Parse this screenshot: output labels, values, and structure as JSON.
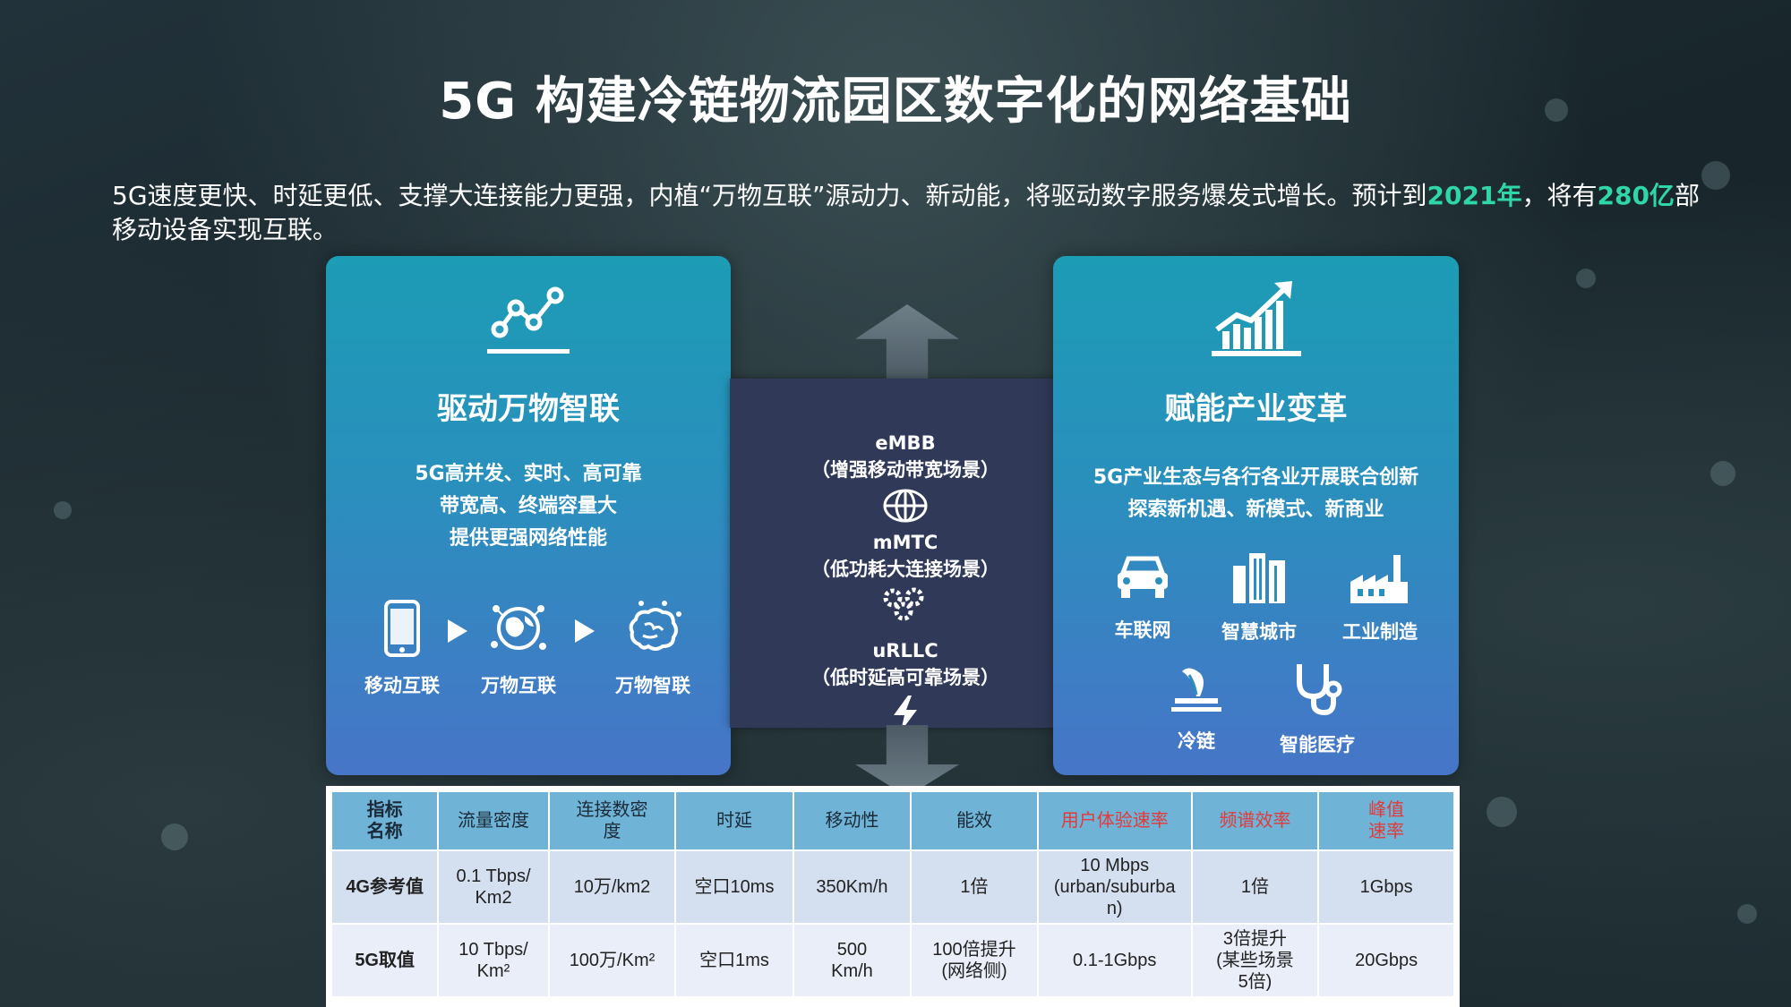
{
  "title": "5G 构建冷链物流园区数字化的网络基础",
  "intro": {
    "part1": " 5G速度更快、时延更低、支撑大连接能力更强，内植“万物互联”源动力、新动能，将驱动数字服务爆发式增长。预计到",
    "year": "2021年",
    "part2": "，将有",
    "count": "280亿",
    "part3": "部移动设备实现互联。"
  },
  "left_card": {
    "icon": "line-chart-nodes-icon",
    "title": "驱动万物智联",
    "lines": [
      "5G高并发、实时、高可靠",
      "带宽高、终端容量大",
      "提供更强网络性能"
    ],
    "flow": [
      {
        "icon": "smartphone-icon",
        "label": "移动互联"
      },
      {
        "icon": "globe-network-icon",
        "label": "万物互联"
      },
      {
        "icon": "brain-circuit-icon",
        "label": "万物智联"
      }
    ]
  },
  "center": {
    "scenes": [
      {
        "name": "eMBB",
        "desc": "（增强移动带宽场景）",
        "icon": "globe-icon"
      },
      {
        "name": "mMTC",
        "desc": "（低功耗大连接场景）",
        "icon": "gears-icon"
      },
      {
        "name": "uRLLC",
        "desc": "（低时延高可靠场景）",
        "icon": "lightning-icon"
      }
    ]
  },
  "right_card": {
    "icon": "growth-bar-chart-icon",
    "title": "赋能产业变革",
    "lines": [
      "5G产业生态与各行各业开展联合创新",
      "探索新机遇、新模式、新商业"
    ],
    "industries": [
      {
        "icon": "car-icon",
        "label": "车联网"
      },
      {
        "icon": "city-buildings-icon",
        "label": "智慧城市"
      },
      {
        "icon": "factory-icon",
        "label": "工业制造"
      },
      {
        "icon": "plant-icon",
        "label": "冷链"
      },
      {
        "icon": "stethoscope-icon",
        "label": "智能医疗"
      }
    ]
  },
  "table": {
    "headers": [
      "指标\n名称",
      "流量密度",
      "连接数密\n度",
      "时延",
      "移动性",
      "能效",
      "用户体验速率",
      "频谱效率",
      "峰值\n速率"
    ],
    "rows": [
      [
        "4G参考值",
        "0.1 Tbps/\nKm2",
        "10万/km2",
        "空口10ms",
        "350Km/h",
        "1倍",
        "10 Mbps\n(urban/suburba\nn)",
        "1倍",
        "1Gbps"
      ],
      [
        "5G取值",
        "10 Tbps/\nKm²",
        "100万/Km²",
        "空口1ms",
        "500\nKm/h",
        "100倍提升\n(网络侧)",
        "0.1-1Gbps",
        "3倍提升\n(某些场景\n5倍)",
        "20Gbps"
      ]
    ]
  },
  "colors": {
    "highlight": "#2fd6a8",
    "card_top": "#1c9cb5",
    "card_bottom": "#4775c8",
    "center_panel": "#303a58",
    "table_header": "#6fb3d6",
    "table_red": "#e23a3a"
  }
}
